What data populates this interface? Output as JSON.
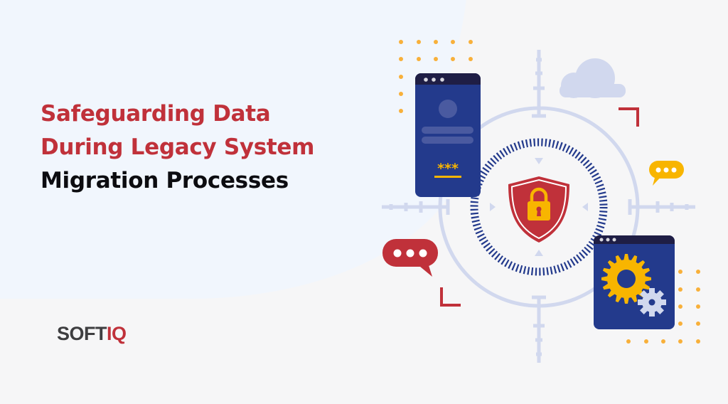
{
  "headline": {
    "line1": "Safeguarding Data",
    "line2": "During Legacy System",
    "line3": "Migration Processes"
  },
  "logo": {
    "part1": "SOFT",
    "part2": "IQ"
  },
  "illustration": {
    "password_mask": "***",
    "icons": [
      "login-window-icon",
      "shield-lock-icon",
      "gear-window-icon",
      "cloud-icon",
      "chat-bubble-icon",
      "target-crosshair-icon"
    ]
  },
  "colors": {
    "accent_red": "#c0313a",
    "navy": "#233a8c",
    "navy_dark": "#1f1e45",
    "amber": "#f8b500",
    "lavender": "#d1d8ee",
    "background": "#f6f6f7",
    "blob": "#f1f6fd"
  }
}
